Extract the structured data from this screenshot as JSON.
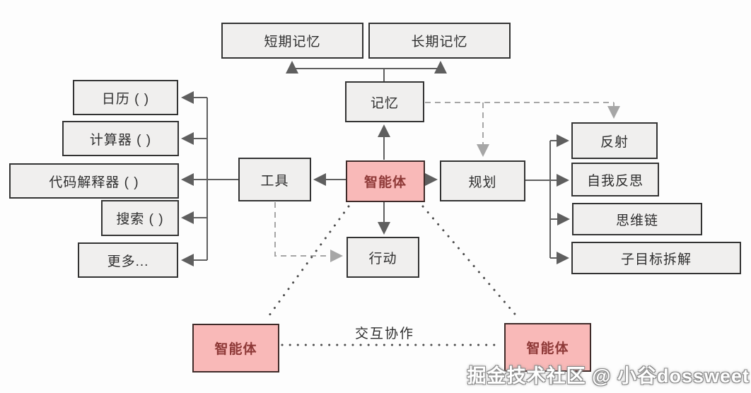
{
  "colors": {
    "page_bg": "#fdfdfd",
    "node_fill": "#f0efee",
    "node_border": "#333333",
    "node_text": "#2e2e2e",
    "agent_fill": "#f9b9b8",
    "agent_border": "#3f2b29",
    "agent_text": "#8e3937",
    "solid_line": "#5f5f5f",
    "dashed_line": "#a6a6a6",
    "dotted_line": "#4c4c4c"
  },
  "nodes": {
    "short_term_memory": {
      "label": "短期记忆"
    },
    "long_term_memory": {
      "label": "长期记忆"
    },
    "memory": {
      "label": "记忆"
    },
    "calendar": {
      "label": "日历 ( )"
    },
    "calculator": {
      "label": "计算器 ( )"
    },
    "code_interpreter": {
      "label": "代码解释器 ( )"
    },
    "search": {
      "label": "搜索 ( )"
    },
    "more": {
      "label": "更多..."
    },
    "tools": {
      "label": "工具"
    },
    "agent_center": {
      "label": "智能体"
    },
    "planning": {
      "label": "规划"
    },
    "action": {
      "label": "行动"
    },
    "reflection": {
      "label": "反射"
    },
    "self_reflection": {
      "label": "自我反思"
    },
    "chain_of_thought": {
      "label": "思维链"
    },
    "subgoal_decomposition": {
      "label": "子目标拆解"
    },
    "agent_bottom_left": {
      "label": "智能体"
    },
    "agent_bottom_right": {
      "label": "智能体"
    }
  },
  "edges": {
    "collaboration_label": "交互协作"
  },
  "watermark": "掘金技术社区 @ 小谷dossweet"
}
